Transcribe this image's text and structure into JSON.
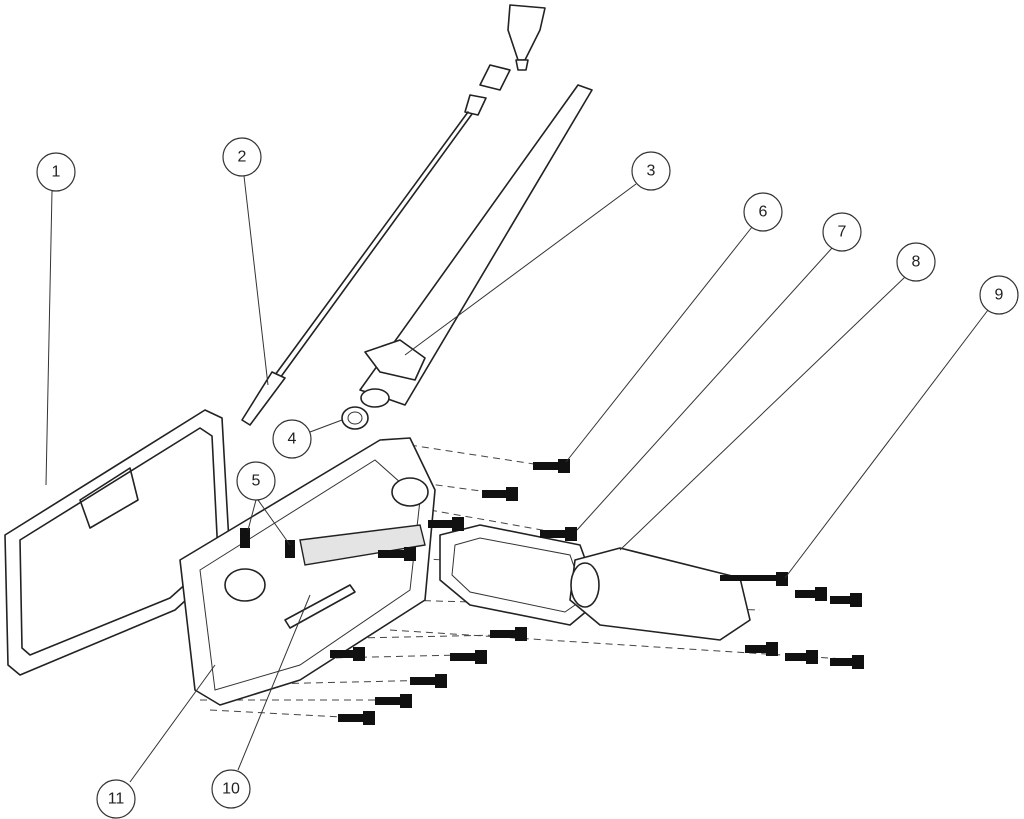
{
  "diagram": {
    "type": "exploded-parts-diagram",
    "callouts": [
      "1",
      "2",
      "3",
      "4",
      "5",
      "6",
      "7",
      "8",
      "9",
      "10",
      "11"
    ]
  }
}
